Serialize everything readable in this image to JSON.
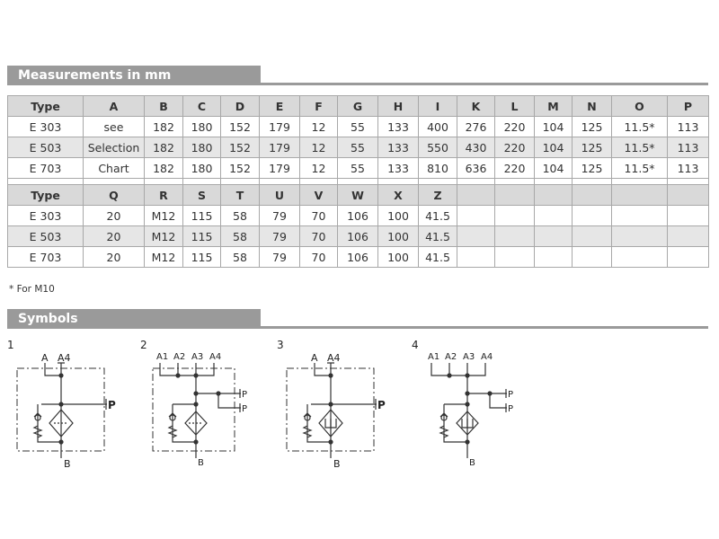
{
  "measurements": {
    "title": "Measurements in mm",
    "table1": {
      "headers": [
        "Type",
        "A",
        "B",
        "C",
        "D",
        "E",
        "F",
        "G",
        "H",
        "I",
        "K",
        "L",
        "M",
        "N",
        "O",
        "P"
      ],
      "rows": [
        [
          "E 303",
          "see",
          "182",
          "180",
          "152",
          "179",
          "12",
          "55",
          "133",
          "400",
          "276",
          "220",
          "104",
          "125",
          "11.5*",
          "113"
        ],
        [
          "E 503",
          "Selection",
          "182",
          "180",
          "152",
          "179",
          "12",
          "55",
          "133",
          "550",
          "430",
          "220",
          "104",
          "125",
          "11.5*",
          "113"
        ],
        [
          "E 703",
          "Chart",
          "182",
          "180",
          "152",
          "179",
          "12",
          "55",
          "133",
          "810",
          "636",
          "220",
          "104",
          "125",
          "11.5*",
          "113"
        ]
      ]
    },
    "table2": {
      "headers": [
        "Type",
        "Q",
        "R",
        "S",
        "T",
        "U",
        "V",
        "W",
        "X",
        "Z",
        "",
        "",
        "",
        "",
        "",
        ""
      ],
      "rows": [
        [
          "E 303",
          "20",
          "M12",
          "115",
          "58",
          "79",
          "70",
          "106",
          "100",
          "41.5",
          "",
          "",
          "",
          "",
          "",
          ""
        ],
        [
          "E 503",
          "20",
          "M12",
          "115",
          "58",
          "79",
          "70",
          "106",
          "100",
          "41.5",
          "",
          "",
          "",
          "",
          "",
          ""
        ],
        [
          "E 703",
          "20",
          "M12",
          "115",
          "58",
          "79",
          "70",
          "106",
          "100",
          "41.5",
          "",
          "",
          "",
          "",
          "",
          ""
        ]
      ]
    },
    "footnote": "* For M10"
  },
  "symbols": {
    "title": "Symbols",
    "items": [
      {
        "number": "1",
        "ports": {
          "a": "A",
          "a4": "A4",
          "p": "P",
          "b": "B"
        }
      },
      {
        "number": "2",
        "ports": {
          "a1": "A1",
          "a2": "A2",
          "a3": "A3",
          "a4": "A4",
          "p1": "P",
          "p2": "P",
          "b": "B"
        }
      },
      {
        "number": "3",
        "ports": {
          "a": "A",
          "a4": "A4",
          "p": "P",
          "b": "B"
        }
      },
      {
        "number": "4",
        "ports": {
          "a1": "A1",
          "a2": "A2",
          "a3": "A3",
          "a4": "A4",
          "p1": "P",
          "p2": "P",
          "b": "B"
        }
      }
    ]
  }
}
